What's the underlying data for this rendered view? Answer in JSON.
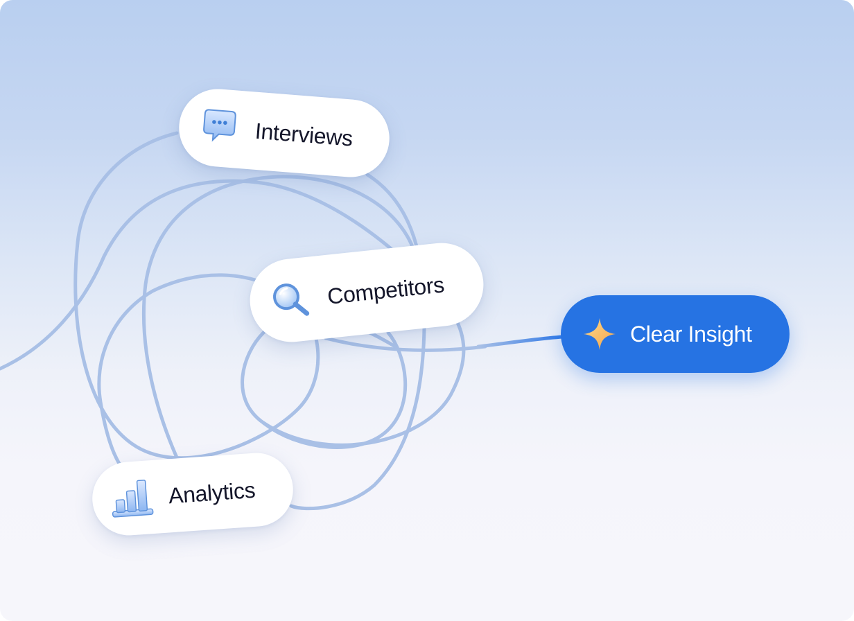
{
  "nodes": {
    "interviews": {
      "label": "Interviews",
      "icon": "chat-bubble-icon"
    },
    "competitors": {
      "label": "Competitors",
      "icon": "magnifier-icon"
    },
    "analytics": {
      "label": "Analytics",
      "icon": "bar-chart-icon"
    },
    "insight": {
      "label": "Clear Insight",
      "icon": "sparkle-icon"
    }
  },
  "colors": {
    "scribble": "#a9c0e6",
    "accent": "#2673e3",
    "sparkle": "#f6b35a",
    "text": "#14162a"
  }
}
